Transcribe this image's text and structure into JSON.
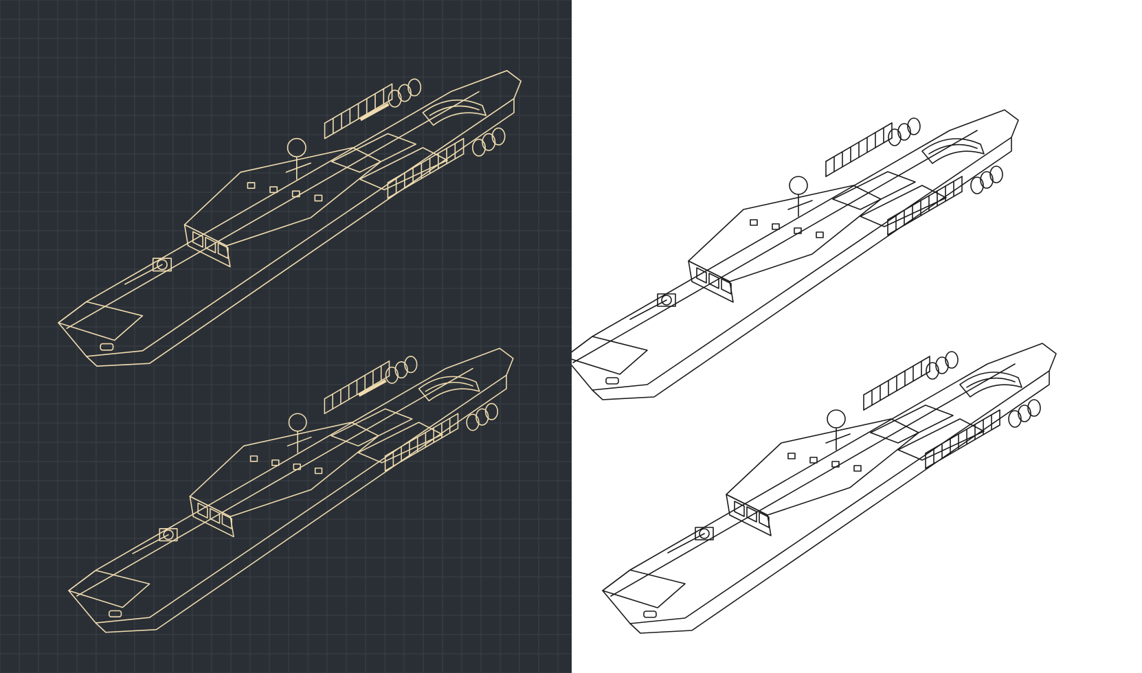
{
  "colors": {
    "blueprint_background": "#2a2f35",
    "blueprint_grid": "#3a4148",
    "blueprint_line": "#f0dcb0",
    "blueprint_fill": "#f0dcb0",
    "paper_background": "#ffffff",
    "drawing_line": "#1a1a1a"
  },
  "panels": [
    {
      "style": "blueprint",
      "views": [
        "stern-view",
        "bow-view"
      ]
    },
    {
      "style": "line-drawing",
      "views": [
        "bow-view",
        "stern-view"
      ]
    }
  ]
}
